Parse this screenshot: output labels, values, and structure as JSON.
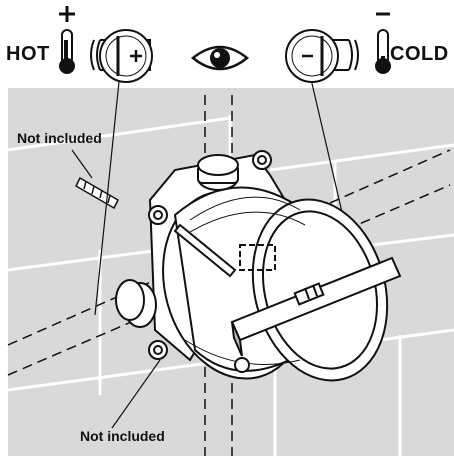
{
  "labels": {
    "hot": "HOT",
    "cold": "COLD",
    "plus": "+",
    "minus": "−",
    "not_included_top": "Not included",
    "not_included_bottom": "Not included"
  },
  "icons": [
    "thermometer-hot-icon",
    "thermometer-cold-icon",
    "eye-icon",
    "plus-icon",
    "minus-icon"
  ],
  "colors": {
    "wall": "#d9d9d9",
    "line": "#111111",
    "valve": "#ffffff"
  }
}
